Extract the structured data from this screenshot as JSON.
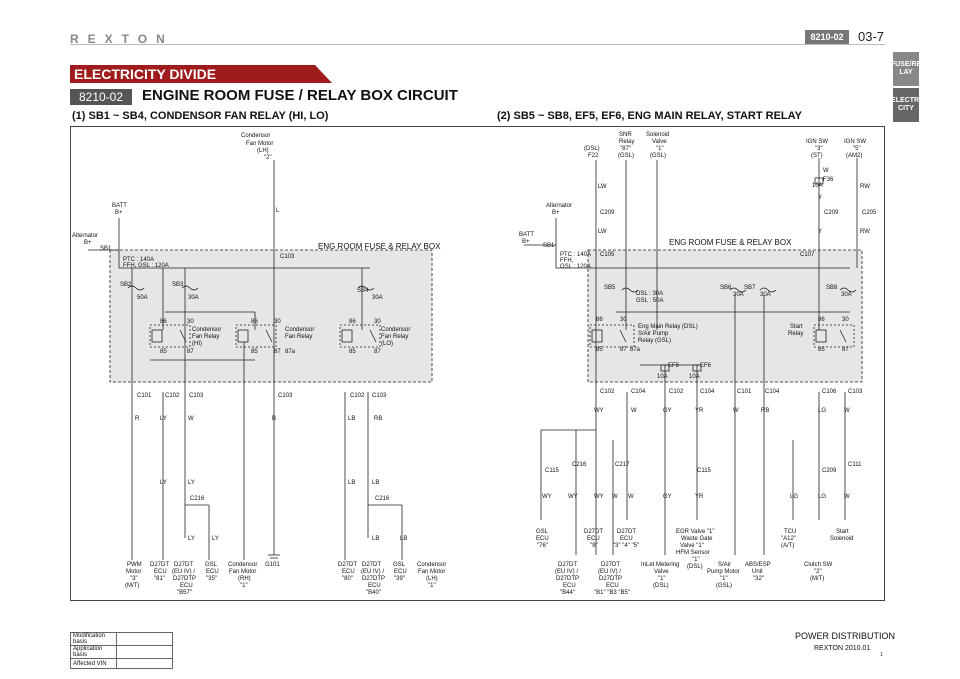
{
  "header": {
    "brand": "REXTON",
    "code": "8210-02",
    "page": "03-7"
  },
  "side_tabs": [
    "FUSE/RE LAY",
    "ELECTRI CITY"
  ],
  "banner": "ELECTRICITY DIVIDE",
  "sub_code": "8210-02",
  "title": "ENGINE ROOM FUSE / RELAY BOX CIRCUIT",
  "left": {
    "heading": "(1) SB1 ~ SB4, CONDENSOR FAN RELAY (HI, LO)",
    "box_title": "ENG ROOM FUSE & RELAY BOX",
    "alternator": "Alternator",
    "alt_bplus": "B+",
    "batt": "BATT",
    "batt_bplus": "B+",
    "sb1": "SB1",
    "sb1_spec1": "PTC : 140A",
    "sb1_spec2": "FFH, GSL : 120A",
    "top_motor": [
      "Condensor",
      "Fan Motor",
      "(LH)",
      "\"2\""
    ],
    "wire_l": "L",
    "c103": "C103",
    "sb2": "SB2",
    "sb2_rating": "50A",
    "sb3": "SB3",
    "sb3_rating": "30A",
    "sb4": "SB4",
    "sb4_rating": "30A",
    "relay1": [
      "Condensor",
      "Fan Relay",
      "(HI)"
    ],
    "relay2": [
      "Condensor",
      "Fan Relay"
    ],
    "relay3": [
      "Condensor",
      "Fan Relay",
      "(LO)"
    ],
    "pins": {
      "p86": "86",
      "p30": "30",
      "p85": "85",
      "p87": "87",
      "p87a": "87a"
    },
    "conn_row": [
      "C101",
      "C102",
      "C103",
      "C103",
      "C102",
      "C103"
    ],
    "wires": {
      "r": "R",
      "ly": "LY",
      "w": "W",
      "b": "B",
      "lb": "LB",
      "rb": "RB"
    },
    "c216": "C216",
    "bottom": [
      [
        "PWM",
        "Motor",
        "\"3\"",
        "(M/T)"
      ],
      [
        "D27DT",
        "ECU",
        "\"81\""
      ],
      [
        "D27DT",
        "(EU IV) /",
        "D27DTP",
        "ECU",
        "\"B57\""
      ],
      [
        "GSL",
        "ECU",
        "\"35\""
      ],
      [
        "Condensor",
        "Fan Motor",
        "(RH)",
        "\"1\""
      ],
      [
        "G101"
      ],
      [
        "D27DT",
        "ECU",
        "\"80\""
      ],
      [
        "D27DT",
        "(EU IV) /",
        "D27DTP",
        "ECU",
        "\"B40\""
      ],
      [
        "GSL",
        "ECU",
        "\"39\""
      ],
      [
        "Condensor",
        "Fan Motor",
        "(LH)",
        "\"1\""
      ]
    ]
  },
  "right": {
    "heading": "(2) SB5 ~ SB8, EF5, EF6, ENG MAIN RELAY, START RELAY",
    "box_title": "ENG ROOM FUSE & RELAY BOX",
    "alternator": "Alternator",
    "alt_bplus": "B+",
    "batt": "BATT",
    "batt_bplus": "B+",
    "sb1": "SB1",
    "sb1_spec1": "PTC : 140A",
    "sb1_spec2": "FFH,",
    "sb1_spec3": "GSL : 120A",
    "top_labels": [
      [
        "(DSL)",
        "F22"
      ],
      [
        "SNR",
        "Relay",
        "\"87\"",
        "(GSL)"
      ],
      [
        "Solenoid",
        "Valve",
        "\"1\"",
        "(GSL)"
      ],
      [
        "IGN SW",
        "\"3\"",
        "(ST)"
      ],
      [
        "IGN SW",
        "\"5\"",
        "(AM2)"
      ]
    ],
    "f36": "F36",
    "f36_rating": "10A",
    "c209": "C209",
    "c205": "C205",
    "c105": "C105",
    "c107": "C107",
    "wires": {
      "lw": "LW",
      "w": "W",
      "y": "Y",
      "rw": "RW",
      "wy": "WY",
      "gy": "GY",
      "yr": "YR",
      "rb": "RB",
      "lg": "LG"
    },
    "sb5": "SB5",
    "sb5_spec1": "DSL : 30A",
    "sb5_spec2": "GSL : 50A",
    "sb6": "SB6",
    "sb6_rating": "30A",
    "sb7": "SB7",
    "sb7_rating": "30A",
    "sb8": "SB8",
    "sb8_rating": "30A",
    "main_relay": [
      "Eng Main Relay (DSL)",
      "S/Air Pump",
      "Relay (GSL)"
    ],
    "start_relay": [
      "Start",
      "Relay"
    ],
    "ef5": "EF5",
    "ef5_rating": "10A",
    "ef6": "EF6",
    "ef6_rating": "10A",
    "conn_row": [
      "C102",
      "C104",
      "C102",
      "C104",
      "C101",
      "C104",
      "C106",
      "C103"
    ],
    "mid_conn": [
      "C115",
      "C216",
      "C217",
      "C115",
      "C209",
      "C111"
    ],
    "bottom_top": [
      [
        "GSL",
        "ECU",
        "\"76\""
      ],
      [
        "D27DT",
        "ECU",
        "\"9\""
      ],
      [
        "D27DT",
        "ECU",
        "\"3\" \"4\" \"5\""
      ],
      [
        "EGR Valve \"1\"",
        "Waste Gate",
        "Valve \"1\"",
        "HFM Sensor",
        "\"1\"",
        "(DSL)"
      ],
      [
        "TCU",
        "\"A12\"",
        "(A/T)"
      ],
      [
        "Start",
        "Solenoid"
      ]
    ],
    "bottom_low": [
      [
        "D27DT",
        "(EU IV) /",
        "D27DTP",
        "ECU",
        "\"B44\""
      ],
      [
        "D27DT",
        "(EU IV) /",
        "D27DTP",
        "ECU",
        "\"B1\" \"B3 \"B5\""
      ],
      [
        "InLet Metering",
        "Valve",
        "\"1\"",
        "(DSL)"
      ],
      [
        "S/Air",
        "Pump Motor",
        "\"1\"",
        "(GSL)"
      ],
      [
        "ABS/ESP",
        "Unit",
        "\"32\""
      ],
      [
        "Clutch SW",
        "\"2\"",
        "(M/T)"
      ]
    ]
  },
  "footer": {
    "rows": [
      "Modification basis",
      "Application basis",
      "Affected VIN"
    ],
    "section": "POWER DISTRIBUTION",
    "model": "REXTON 2010.01",
    "small": "1"
  }
}
